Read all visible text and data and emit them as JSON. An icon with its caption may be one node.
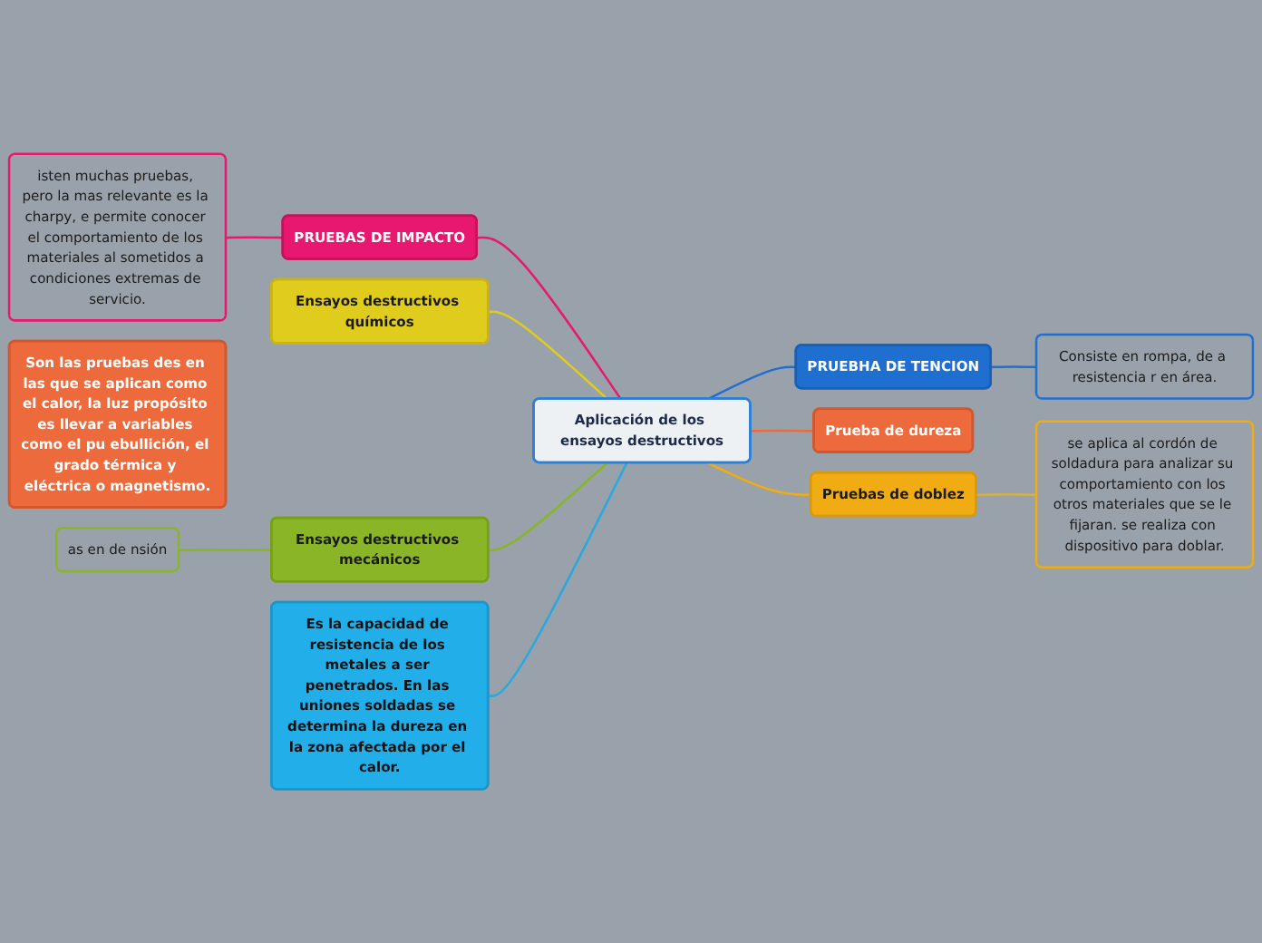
{
  "diagram": {
    "nodes": [
      {
        "text": [
          "Aplicación de los ensayos destructivos"
        ]
      },
      {
        "text": [
          "PRUEBAS DE IMPACTO"
        ]
      },
      {
        "text": [
          "isten muchas pruebas, pero la mas relevante es la charpy, e permite conocer el comportamiento de los materiales al sometidos a condiciones extremas de servicio."
        ]
      },
      {
        "text": [
          "PRUEBHA DE TENCION"
        ]
      },
      {
        "text": [
          "Consiste en rompa, de a resistencia r en área."
        ]
      },
      {
        "text": [
          "Ensayos destructivos químicos"
        ]
      },
      {
        "text": [
          "Prueba de dureza"
        ]
      },
      {
        "text": [
          "Son las pruebas des en las que se aplican como el calor, la luz propósito es llevar a variables como el pu ebullición, el grado térmica y eléctrica o magnetismo."
        ]
      },
      {
        "text": [
          "Ensayos destructivos mecánicos"
        ]
      },
      {
        "text": [
          "as en de nsión"
        ]
      },
      {
        "text": [
          "Pruebas de doblez"
        ]
      },
      {
        "text": [
          "se aplica al cordón de soldadura para analizar su comportamiento con los otros materiales que se le fijaran. se realiza con dispositivo para doblar."
        ]
      },
      {
        "text": [
          "Es la capacidad de resistencia de los metales a ser penetrados. En las uniones soldadas se determina la dureza en la zona afectada por el calor."
        ]
      }
    ],
    "edges": [
      {
        "from": 2,
        "to": 1,
        "arrow": "none",
        "color": "#e8176f"
      },
      {
        "from": 1,
        "to": 0,
        "arrow": "none",
        "color": "#e8176f"
      },
      {
        "from": 0,
        "to": 3,
        "arrow": "none",
        "color": "#1f6fd1"
      },
      {
        "from": 3,
        "to": 4,
        "arrow": "none",
        "color": "#1f6fd1"
      },
      {
        "from": 5,
        "to": 0,
        "arrow": "none",
        "color": "#e0cc1c"
      },
      {
        "from": 0,
        "to": 6,
        "arrow": "none",
        "color": "#ec6a3c"
      },
      {
        "from": 9,
        "to": 8,
        "arrow": "none",
        "color": "#8ab526"
      },
      {
        "from": 8,
        "to": 0,
        "arrow": "none",
        "color": "#8ab526"
      },
      {
        "from": 0,
        "to": 10,
        "arrow": "none",
        "color": "#f0ac12"
      },
      {
        "from": 10,
        "to": 11,
        "arrow": "none",
        "color": "#d4b04a"
      },
      {
        "from": 12,
        "to": 0,
        "arrow": "none",
        "color": "#2aa8e0"
      }
    ]
  }
}
